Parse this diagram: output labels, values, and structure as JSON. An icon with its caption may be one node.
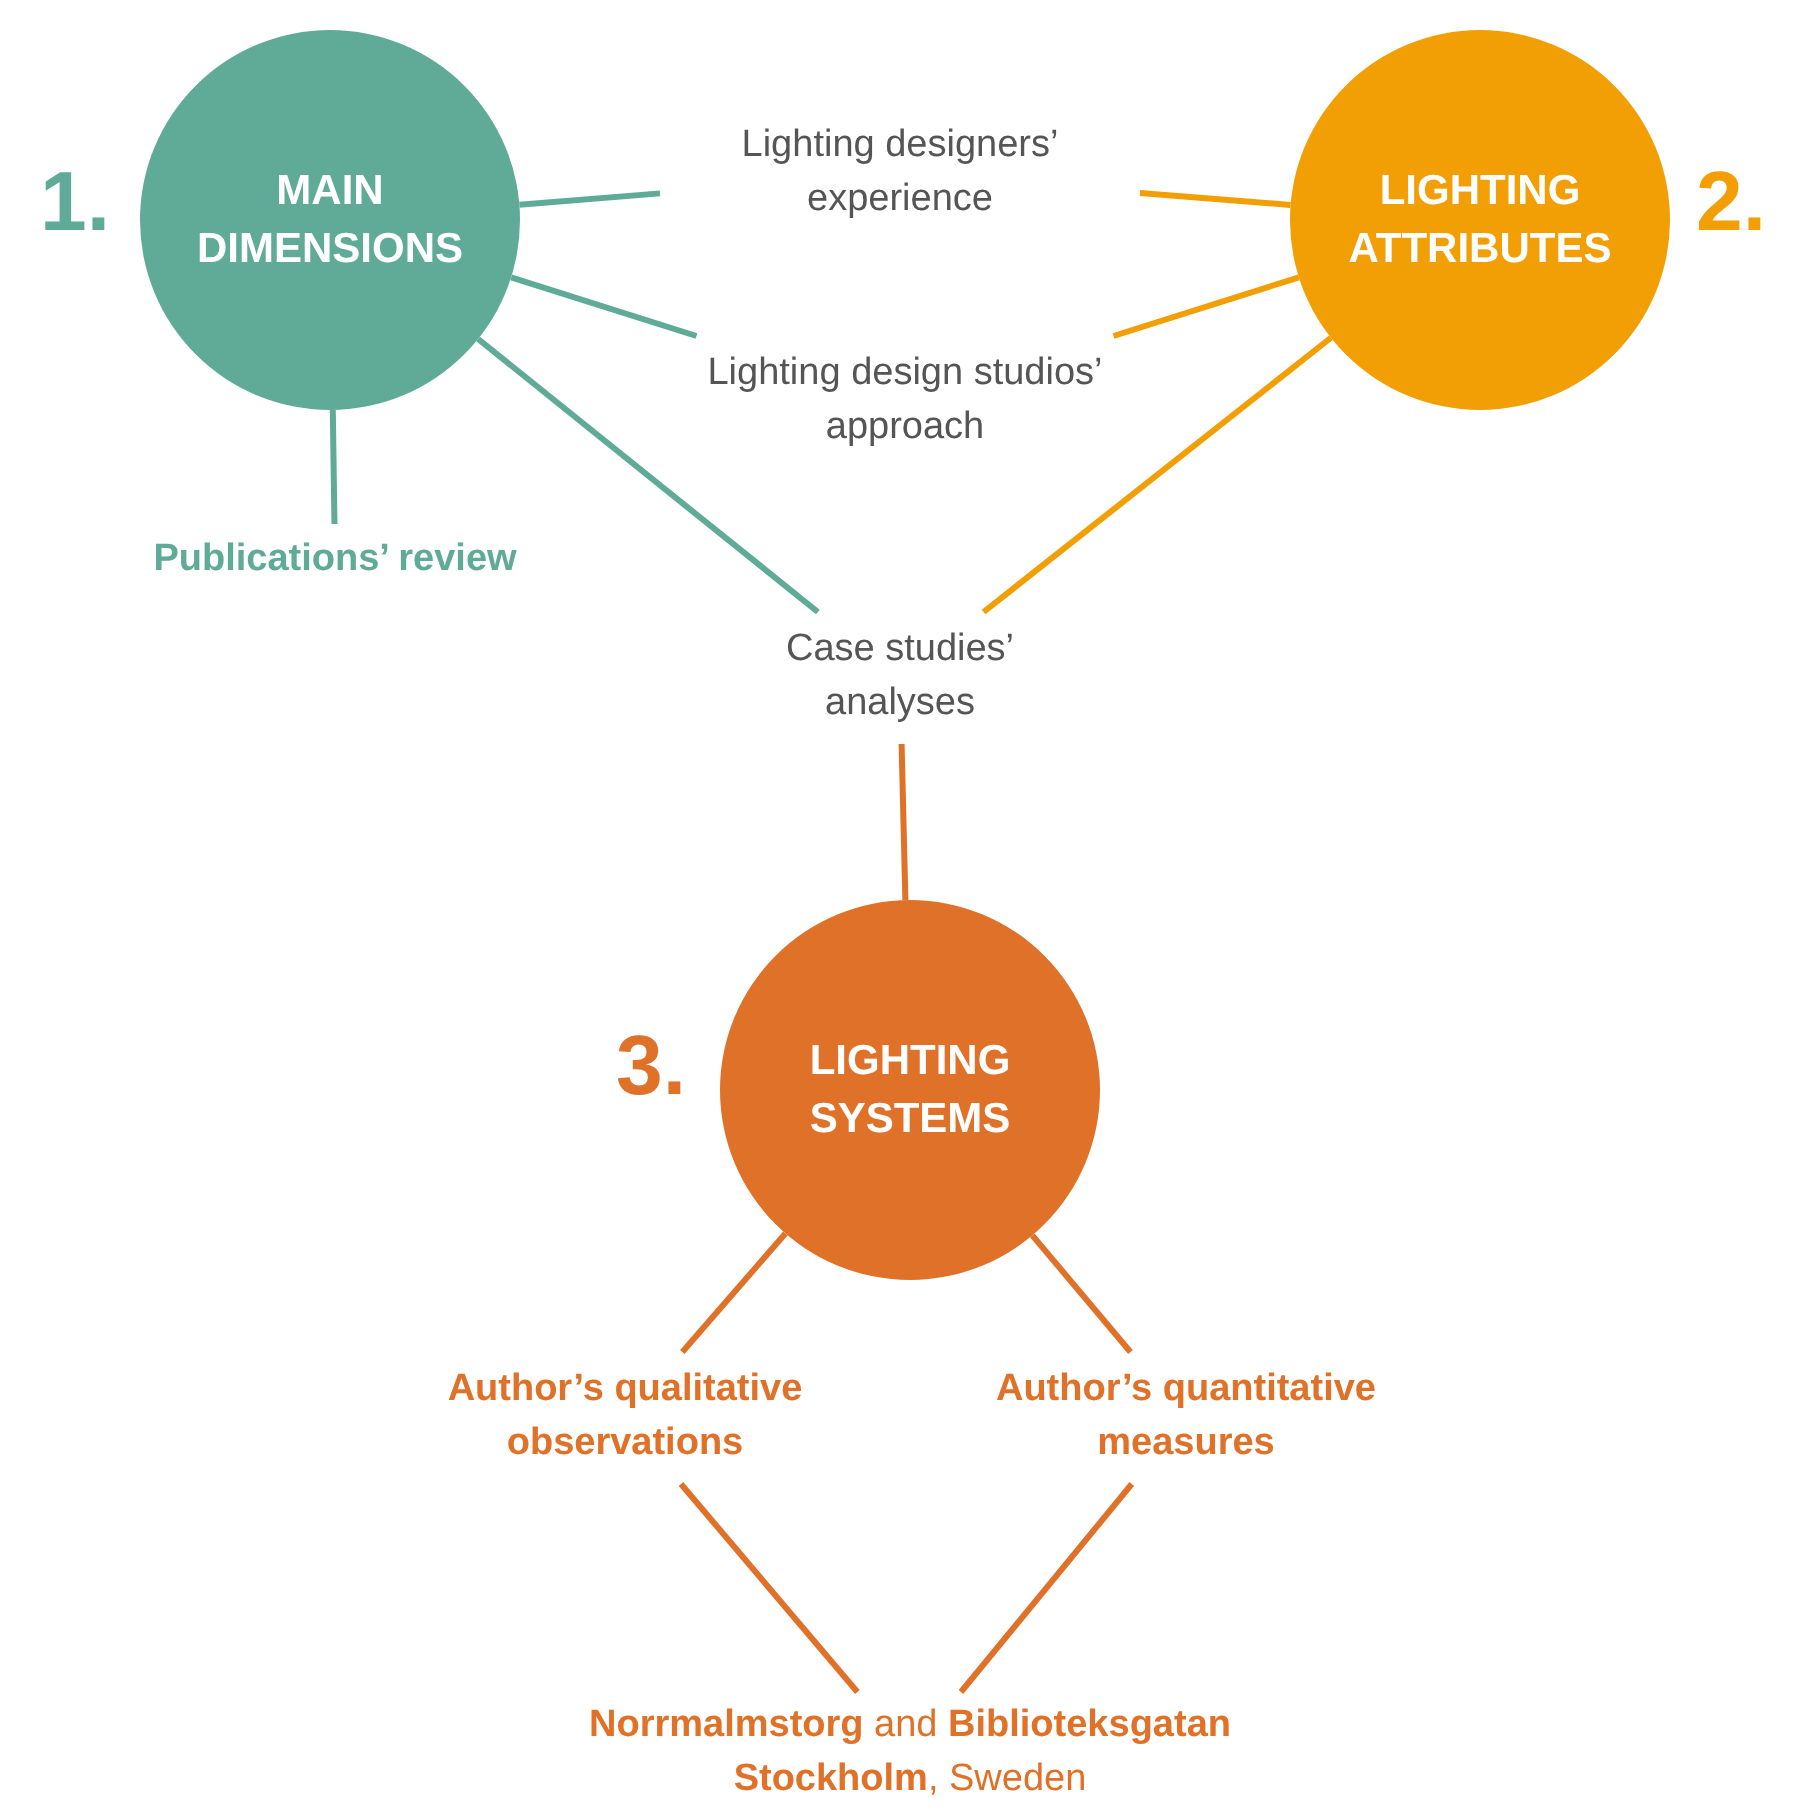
{
  "diagram": {
    "nodes": [
      {
        "text": [
          "MAIN DIMENSIONS"
        ],
        "beside": [
          "1."
        ]
      },
      {
        "text": [
          "LIGHTING ATTRIBUTES"
        ],
        "beside": [
          "2."
        ]
      },
      {
        "text": [
          "Lighting designers’ experience"
        ]
      },
      {
        "text": [
          "Lighting design studios’ approach"
        ]
      },
      {
        "text": [
          "Publications’ review"
        ]
      },
      {
        "text": [
          "Case studies’ analyses"
        ]
      },
      {
        "text": [
          "LIGHTING SYSTEMS"
        ],
        "beside": [
          "3."
        ]
      },
      {
        "text": [
          "Author’s qualitative observations"
        ]
      },
      {
        "text": [
          "Author’s quantitative measures"
        ]
      },
      {
        "text": [
          "**Norrmalmstorg** and **Biblioteksgatan Stockholm**, Sweden"
        ]
      }
    ],
    "edges": [
      {
        "from": 0,
        "to": 2,
        "arrow": "none",
        "color": "#5fab98"
      },
      {
        "from": 0,
        "to": 3,
        "arrow": "none",
        "color": "#5fab98"
      },
      {
        "from": 0,
        "to": 4,
        "arrow": "none",
        "color": "#5fab98"
      },
      {
        "from": 0,
        "to": 5,
        "arrow": "none",
        "color": "#5fab98"
      },
      {
        "from": 1,
        "to": 2,
        "arrow": "none",
        "color": "#f29f05"
      },
      {
        "from": 1,
        "to": 3,
        "arrow": "none",
        "color": "#f29f05"
      },
      {
        "from": 1,
        "to": 5,
        "arrow": "none",
        "color": "#f29f05"
      },
      {
        "from": 5,
        "to": 6,
        "arrow": "none"
      },
      {
        "from": 6,
        "to": 7,
        "arrow": "none"
      },
      {
        "from": 6,
        "to": 8,
        "arrow": "none"
      },
      {
        "from": 7,
        "to": 9,
        "arrow": "none"
      },
      {
        "from": 8,
        "to": 9,
        "arrow": "none"
      }
    ]
  }
}
